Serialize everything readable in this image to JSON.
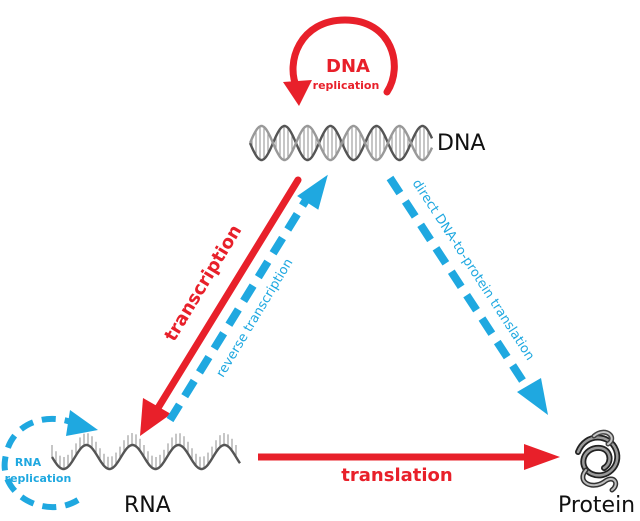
{
  "nodes": {
    "dna": "DNA",
    "rna": "RNA",
    "protein": "Protein"
  },
  "processes": {
    "dna_replication_line1": "DNA",
    "dna_replication_line2": "replication",
    "transcription": "transcription",
    "reverse_transcription": "reverse transcription",
    "direct_translation": "direct DNA-to-protein translation",
    "translation": "translation",
    "rna_replication_line1": "RNA",
    "rna_replication_line2": "replication"
  },
  "colors": {
    "red": "#e8202a",
    "blue": "#1fa8e0",
    "label": "#111111"
  },
  "icons": {
    "dna": "dna-double-helix-icon",
    "rna": "rna-single-strand-icon",
    "protein": "protein-fold-icon"
  }
}
